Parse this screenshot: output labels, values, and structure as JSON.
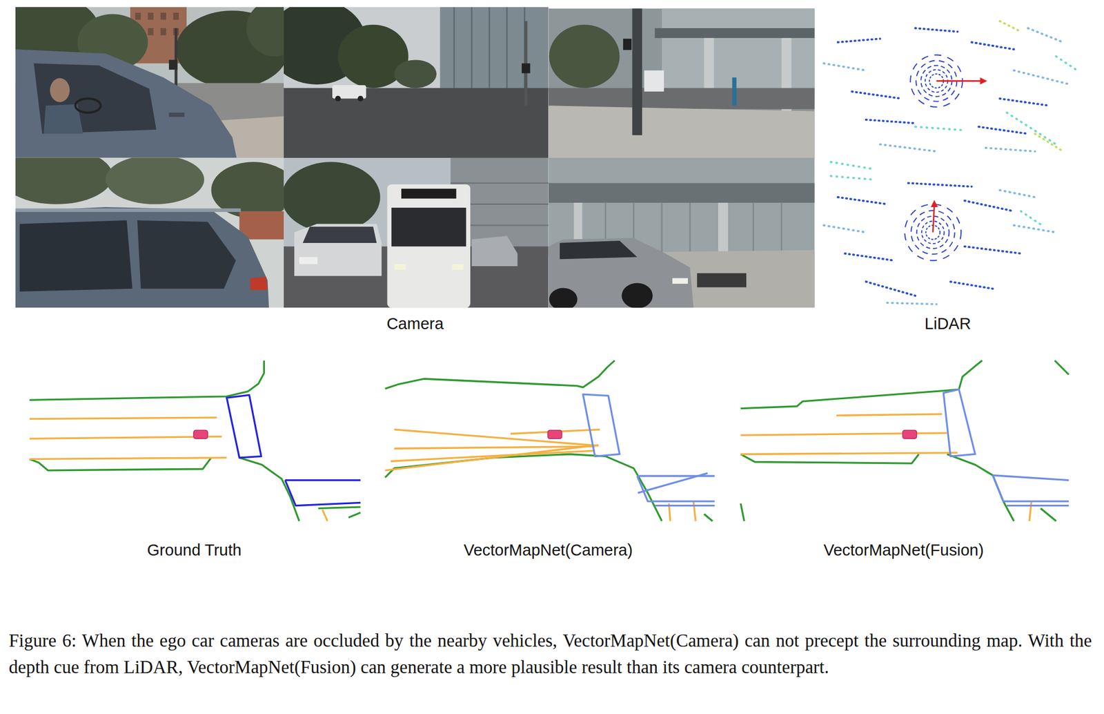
{
  "diagram": {
    "caption": "Figure 6: When the ego car cameras are occluded by the nearby vehicles, VectorMapNet(Camera) can not precept the surrounding map. With the depth cue from LiDAR, VectorMapNet(Fusion) can generate a more plausible result than its camera counterpart.",
    "labels": [
      "Camera",
      "LiDAR",
      "Ground Truth",
      "VectorMapNet(Camera)",
      "VectorMapNet(Fusion)"
    ]
  }
}
